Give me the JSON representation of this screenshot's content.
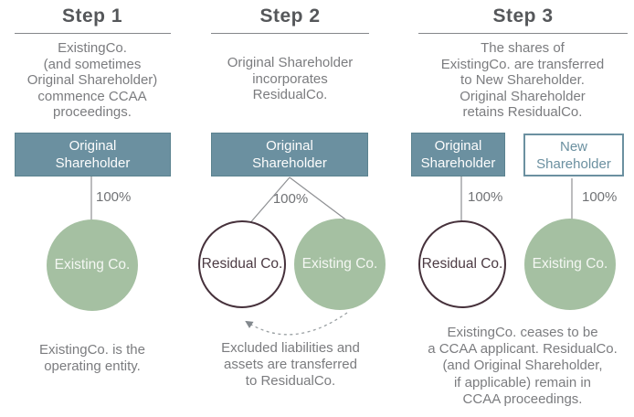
{
  "steps": [
    {
      "title": "Step 1",
      "description": "ExistingCo.\n(and sometimes\nOriginal Shareholder)\ncommence CCAA\nproceedings.",
      "shareholder_box": "Original\nShareholder",
      "ownership_label": "100%",
      "existing_circle": "Existing Co.",
      "caption": "ExistingCo. is the\noperating entity."
    },
    {
      "title": "Step 2",
      "description": "Original Shareholder\nincorporates\nResidualCo.",
      "shareholder_box": "Original\nShareholder",
      "ownership_label": "100%",
      "residual_circle": "Residual Co.",
      "existing_circle": "Existing Co.",
      "caption": "Excluded liabilities and\nassets are transferred\nto ResidualCo."
    },
    {
      "title": "Step 3",
      "description": "The shares of\nExistingCo. are transferred\nto New Shareholder.\nOriginal Shareholder\nretains ResidualCo.",
      "original_box": "Original\nShareholder",
      "new_box": "New\nShareholder",
      "ownership_label_original": "100%",
      "ownership_label_new": "100%",
      "residual_circle": "Residual Co.",
      "existing_circle": "Existing Co.",
      "caption": "ExistingCo. ceases to be\na CCAA applicant. ResidualCo.\n(and Original Shareholder,\nif applicable) remain in\nCCAA proceedings."
    }
  ],
  "colors": {
    "shareholder_teal": "#6b90a0",
    "existing_green": "#a5c0a2",
    "residual_plum": "#46313b",
    "text_gray": "#7b7c7f",
    "line_gray": "#8e9093"
  }
}
